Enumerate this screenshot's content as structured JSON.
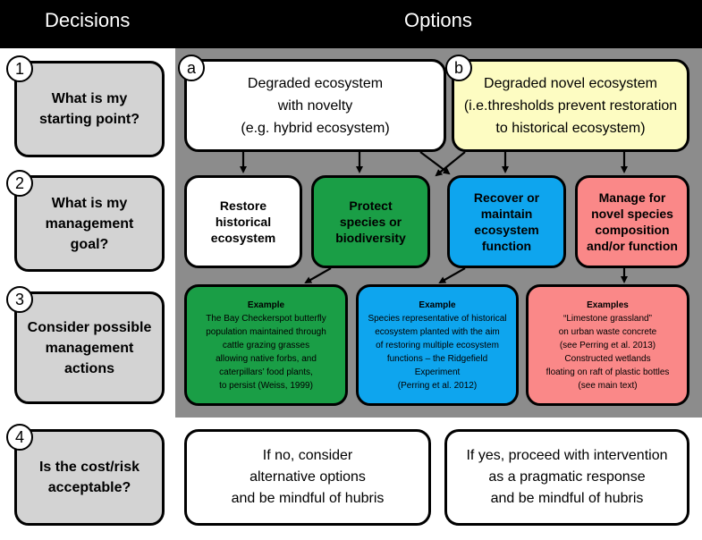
{
  "header": {
    "decisions": "Decisions",
    "options": "Options"
  },
  "colors": {
    "green": "#1a9e46",
    "blue": "#0ea5ee",
    "pink": "#fa8888",
    "yellow": "#fdfcc2",
    "grey_panel": "#8c8c8c",
    "decision_fill": "#d3d3d3"
  },
  "decisions": [
    {
      "number": "1",
      "text": "What is my\nstarting point?"
    },
    {
      "number": "2",
      "text": "What is my\nmanagement\ngoal?"
    },
    {
      "number": "3",
      "text": "Consider possible\nmanagement\nactions"
    },
    {
      "number": "4",
      "text": "Is the cost/risk\nacceptable?"
    }
  ],
  "starting_points": [
    {
      "letter": "a",
      "text": "Degraded ecosystem\nwith novelty\n(e.g. hybrid ecosystem)"
    },
    {
      "letter": "b",
      "text": "Degraded novel ecosystem\n(i.e.thresholds prevent restoration\nto historical ecosystem)"
    }
  ],
  "goals": [
    {
      "text": "Restore\nhistorical\necosystem"
    },
    {
      "text": "Protect\nspecies or\nbiodiversity"
    },
    {
      "text": "Recover or\nmaintain\necosystem\nfunction"
    },
    {
      "text": "Manage for\nnovel species\ncomposition\nand/or function"
    }
  ],
  "examples": [
    {
      "title": "Example",
      "text": "The Bay Checkerspot butterfly\npopulation maintained through\ncattle grazing grasses\nallowing native forbs, and\ncaterpillars’ food plants,\nto persist (Weiss, 1999)"
    },
    {
      "title": "Example",
      "text": "Species representative of historical\necosystem planted with the aim\nof restoring multiple ecosystem\nfunctions – the Ridgefield\nExperiment\n(Perring et al. 2012)"
    },
    {
      "title": "Examples",
      "text": "“Limestone grassland”\non urban waste concrete\n(see Perring et al. 2013)\nConstructed wetlands\nfloating on raft of plastic bottles\n(see main text)"
    }
  ],
  "cost_outcomes": [
    {
      "text": "If no, consider\nalternative options\nand be mindful of hubris"
    },
    {
      "text": "If yes, proceed with intervention\nas a pragmatic response\nand be mindful of hubris"
    }
  ]
}
